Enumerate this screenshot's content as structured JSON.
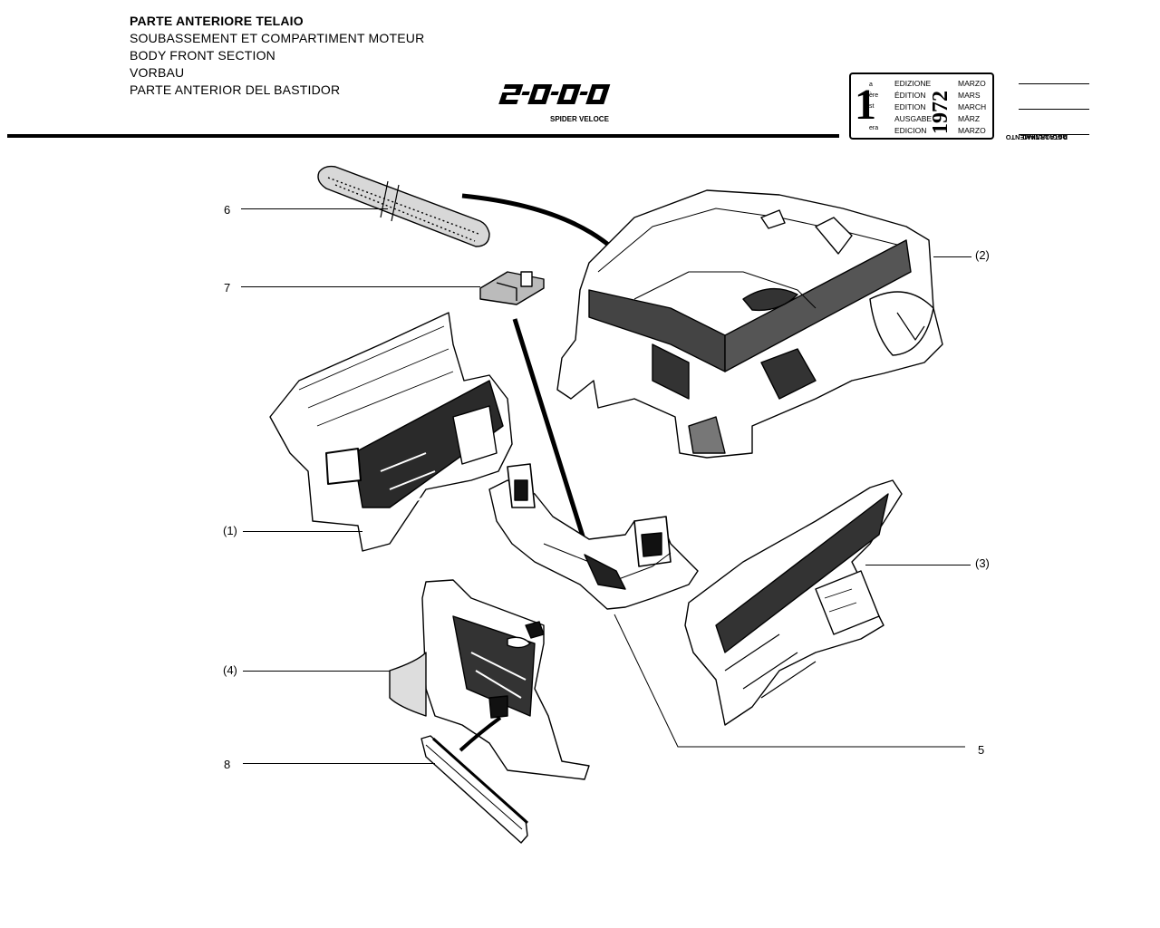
{
  "header": {
    "title_it": "PARTE ANTERIORE TELAIO",
    "title_fr": "SOUBASSEMENT ET COMPARTIMENT MOTEUR",
    "title_en": "BODY FRONT SECTION",
    "title_de": "VORBAU",
    "title_es": "PARTE ANTERIOR DEL BASTIDOR"
  },
  "logo": {
    "model": "2000",
    "variant": "SPIDER VELOCE"
  },
  "edition": {
    "number": "1",
    "suffixes": [
      "a",
      "ère",
      "st",
      ".",
      "era"
    ],
    "labels": [
      "EDIZIONE",
      "ÉDITION",
      "EDITION",
      "AUSGABE",
      "EDICION"
    ],
    "year": "1972",
    "months": [
      "MARZO",
      "MARS",
      "MARCH",
      "MÄRZ",
      "MARZO"
    ],
    "update_label_1": "DATA ULTIMO",
    "update_label_2": "AGGIORNAMENTO"
  },
  "callouts": {
    "c1": "(1)",
    "c2": "(2)",
    "c3": "(3)",
    "c4": "(4)",
    "c5": "5",
    "c6": "6",
    "c7": "7",
    "c8": "8"
  }
}
